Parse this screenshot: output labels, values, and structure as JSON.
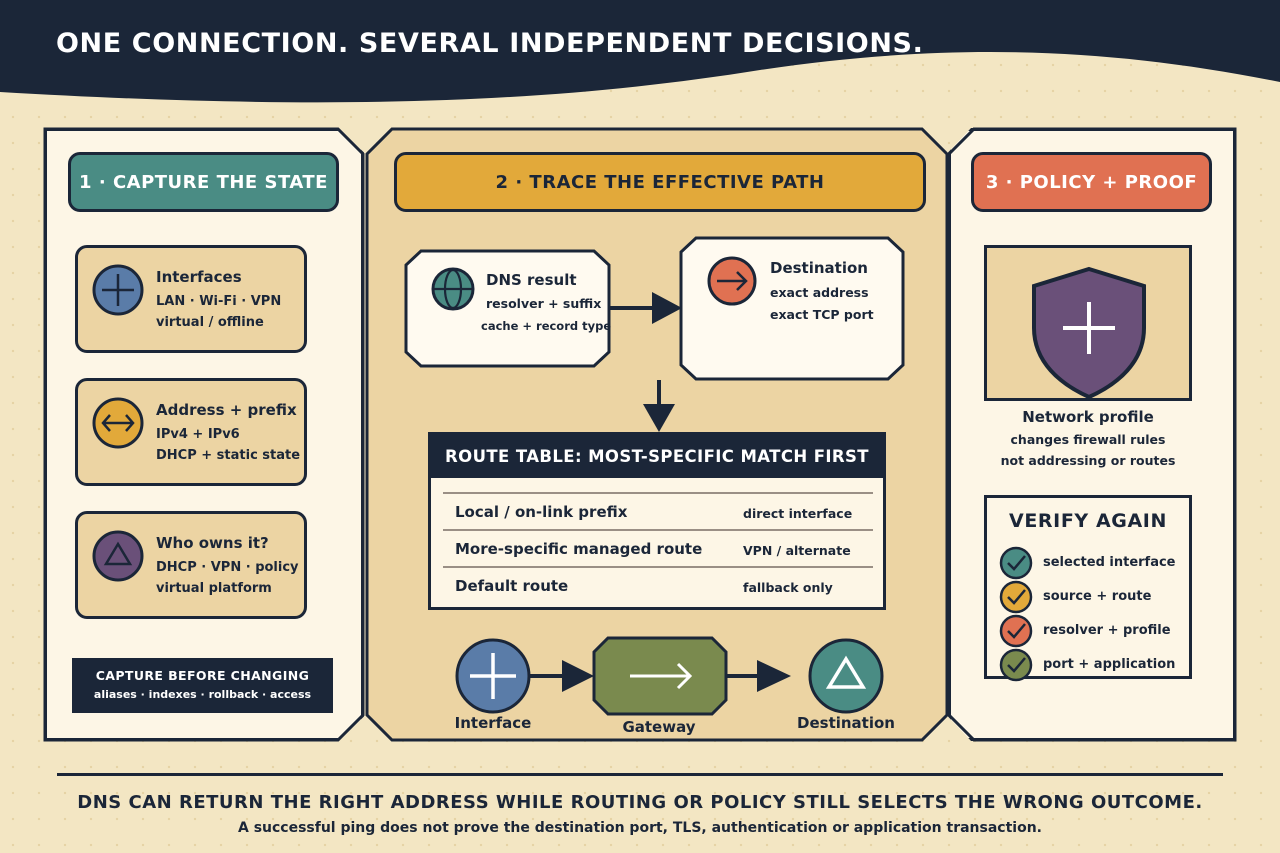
{
  "banner": {
    "title": "ONE CONNECTION. SEVERAL INDEPENDENT DECISIONS."
  },
  "colors": {
    "navy": "#1b2638",
    "teal": "#4a8c84",
    "gold": "#e2a93a",
    "coral": "#e07152",
    "blue": "#5a7ca8",
    "purple": "#6a5079",
    "olive": "#7a8a4e",
    "sand": "#ecd4a3",
    "cream": "#fdf6e6"
  },
  "capture": {
    "title": "1 · CAPTURE THE STATE",
    "cards": [
      {
        "icon": "cross-icon",
        "title": "Interfaces",
        "line1": "LAN · Wi-Fi · VPN",
        "line2": "virtual / offline"
      },
      {
        "icon": "double-arrow-icon",
        "title": "Address + prefix",
        "line1": "IPv4 + IPv6",
        "line2": "DHCP + static state"
      },
      {
        "icon": "triangle-icon",
        "title": "Who owns it?",
        "line1": "DHCP · VPN · policy",
        "line2": "virtual platform"
      }
    ],
    "note_title": "CAPTURE BEFORE CHANGING",
    "note_sub": "aliases · indexes · rollback · access"
  },
  "trace": {
    "title": "2 · TRACE THE EFFECTIVE PATH",
    "dns": {
      "icon": "globe-icon",
      "title": "DNS result",
      "line1": "resolver + suffix",
      "line2": "cache + record type"
    },
    "destination": {
      "icon": "arrow-right-icon",
      "title": "Destination",
      "line1": "exact address",
      "line2": "exact TCP port"
    },
    "route_table": {
      "title": "ROUTE TABLE: MOST-SPECIFIC MATCH FIRST",
      "rows": [
        {
          "name": "Local / on-link prefix",
          "note": "direct interface"
        },
        {
          "name": "More-specific managed route",
          "note": "VPN / alternate"
        },
        {
          "name": "Default route",
          "note": "fallback only"
        }
      ]
    },
    "flow": {
      "interface": "Interface",
      "gateway": "Gateway",
      "destination": "Destination"
    }
  },
  "policy": {
    "title": "3 · POLICY + PROOF",
    "profile_title": "Network profile",
    "profile_line1": "changes firewall rules",
    "profile_line2": "not addressing or routes",
    "verify_title": "VERIFY AGAIN",
    "checks": [
      {
        "label": "selected interface",
        "color": "#4a8c84"
      },
      {
        "label": "source + route",
        "color": "#e2a93a"
      },
      {
        "label": "resolver + profile",
        "color": "#e07152"
      },
      {
        "label": "port + application",
        "color": "#7a8a4e"
      }
    ]
  },
  "footer": {
    "headline": "DNS CAN RETURN THE RIGHT ADDRESS WHILE ROUTING OR POLICY STILL SELECTS THE WRONG OUTCOME.",
    "subline": "A successful ping does not prove the destination port, TLS, authentication or application transaction."
  }
}
